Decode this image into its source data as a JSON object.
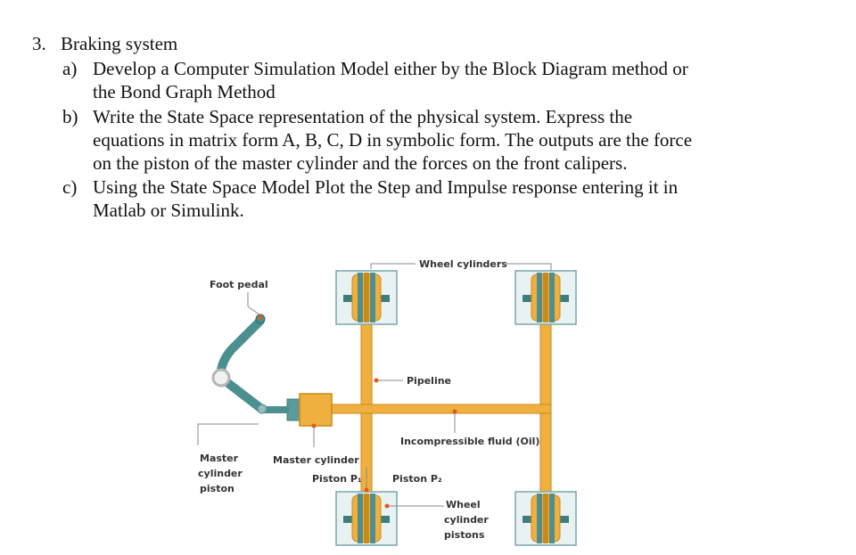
{
  "question": {
    "number": "3.",
    "title": "Braking system",
    "parts": [
      {
        "letter": "a)",
        "lines": [
          "Develop a Computer Simulation Model either by the Block Diagram method or",
          "the Bond Graph Method"
        ]
      },
      {
        "letter": "b)",
        "lines": [
          "Write the State Space representation of the physical system.  Express the",
          "equations in matrix form A, B, C, D in symbolic form.  The outputs are the force",
          "on the piston of the master cylinder and the forces on the front calipers."
        ]
      },
      {
        "letter": "c)",
        "lines": [
          "Using the State Space Model Plot the Step and Impulse response entering it in",
          "Matlab or Simulink."
        ]
      }
    ]
  },
  "figure": {
    "labels": {
      "wheel_cylinders": "Wheel cylinders",
      "foot_pedal": "Foot pedal",
      "pipeline": "Pipeline",
      "incompressible_fluid": "Incompressible fluid (Oil)",
      "master_cylinder_piston": [
        "Master",
        "cylinder",
        "piston"
      ],
      "master_cylinder": "Master cylinder",
      "piston_p1": "Piston P₁",
      "piston_p2": "Piston P₂",
      "wheel_cylinder_pistons": [
        "Wheel",
        "cylinder",
        "pistons"
      ]
    },
    "colors": {
      "pipe": "#f0b040",
      "pipe_edge": "#c98a1a",
      "caliper_body": "#e9f2f2",
      "caliper_edge": "#7aa6a6",
      "rotor": "#4f8e8e",
      "pedal": "#4b8f8f",
      "leader": "#8a8a8a",
      "marker": "#e05a1a"
    }
  }
}
